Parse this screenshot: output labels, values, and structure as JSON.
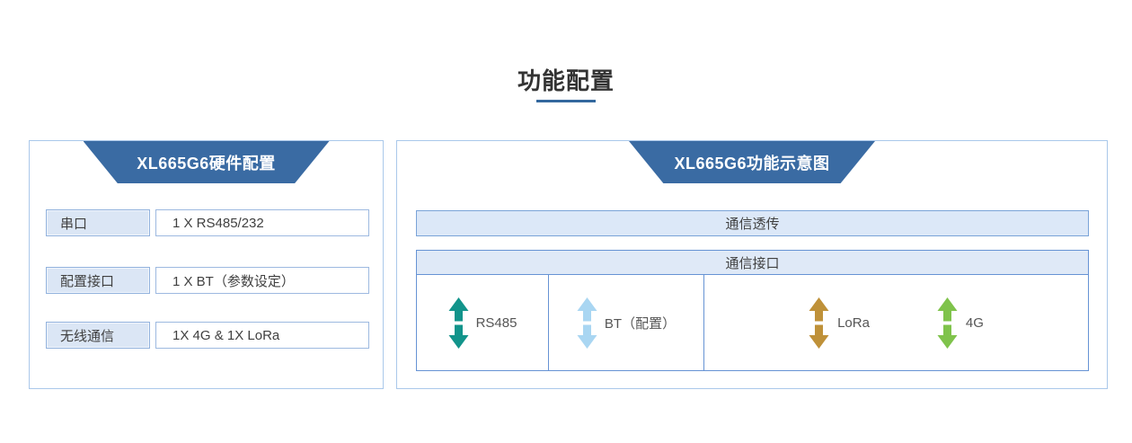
{
  "page": {
    "title": "功能配置"
  },
  "left_panel": {
    "title": "XL665G6硬件配置",
    "rows": [
      {
        "label": "串口",
        "value": "1 X RS485/232"
      },
      {
        "label": "配置接口",
        "value": "1 X BT（参数设定）"
      },
      {
        "label": "无线通信",
        "value": "1X 4G & 1X LoRa"
      }
    ]
  },
  "right_panel": {
    "title": "XL665G6功能示意图",
    "passthrough_label": "通信透传",
    "interface_header": "通信接口",
    "interfaces": [
      {
        "label": "RS485",
        "icon": "double-vertical-arrow",
        "arrow_color": "#12948b"
      },
      {
        "label": "BT（配置）",
        "icon": "double-vertical-arrow",
        "arrow_color": "#a9d6f2"
      },
      {
        "label": "LoRa",
        "icon": "double-vertical-arrow",
        "arrow_color": "#bf9139"
      },
      {
        "label": "4G",
        "icon": "double-vertical-arrow",
        "arrow_color": "#7fc34b"
      }
    ]
  },
  "colors": {
    "header_blue": "#3a6ba3",
    "underline_blue": "#33689e",
    "panel_border": "#aac8ea",
    "table_border": "#6693d4",
    "light_blue_fill": "#dce8f8",
    "title_text": "#333333"
  }
}
